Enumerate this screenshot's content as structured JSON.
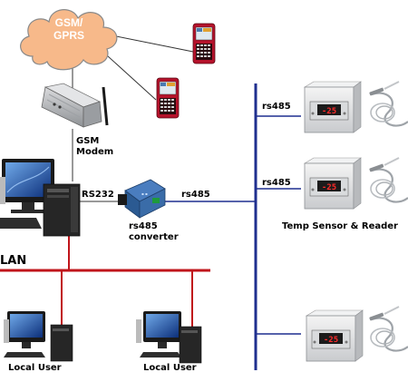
{
  "cloud": {
    "line1": "GSM/",
    "line2": "GPRS"
  },
  "modem": {
    "line1": "GSM",
    "line2": "Modem"
  },
  "labels": {
    "rs232": "RS232",
    "rs485_link": "rs485",
    "converter_line1": "rs485",
    "converter_line2": "converter",
    "lan": "LAN",
    "local_user_1": "Local User",
    "local_user_2": "Local User",
    "bus_1": "rs485",
    "bus_2": "rs485",
    "temp_sensor": "Temp Sensor  & Reader"
  },
  "sensor_display_1": "-25",
  "sensor_display_2": "-25",
  "sensor_display_3": "-25",
  "colors": {
    "cloud_fill": "#f7b98a",
    "cloud_text": "#ffffff",
    "bus_line": "#1f2f8f",
    "lan_line": "#c0151b",
    "phone": "#b5122b",
    "modem": "#b7b9bc",
    "converter": "#2f5f9a"
  }
}
